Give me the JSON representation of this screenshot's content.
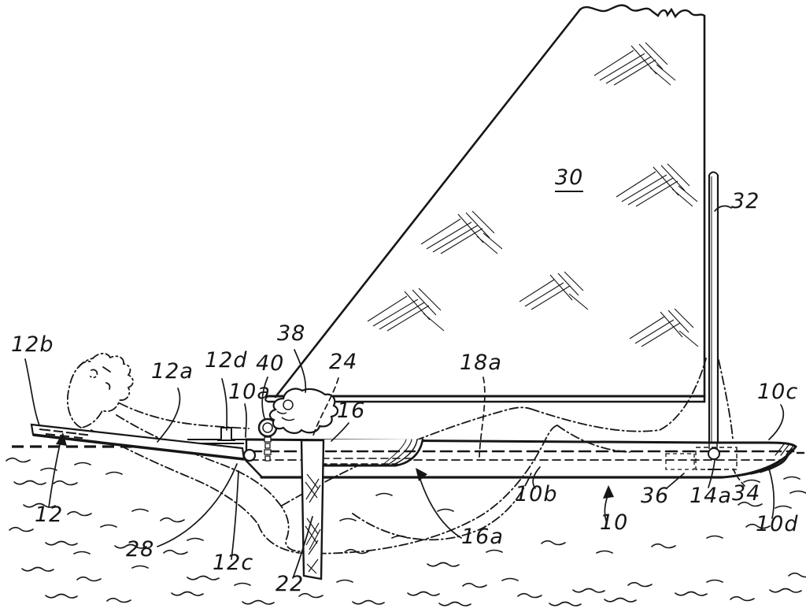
{
  "figure": {
    "kind": "patent-style line drawing",
    "subject": "sailboard with reclining rider, side elevation",
    "paper_color": "#ffffff",
    "ink_color": "#161616"
  },
  "labels": {
    "12b": "12b",
    "12a": "12a",
    "12d": "12d",
    "10a": "10a",
    "40": "40",
    "38": "38",
    "24": "24",
    "16": "16",
    "18a": "18a",
    "30": "30",
    "32": "32",
    "10c": "10c",
    "12": "12",
    "28": "28",
    "12c": "12c",
    "22": "22",
    "16a": "16a",
    "10b": "10b",
    "10": "10",
    "36": "36",
    "14a": "14a",
    "34": "34",
    "10d": "10d"
  }
}
